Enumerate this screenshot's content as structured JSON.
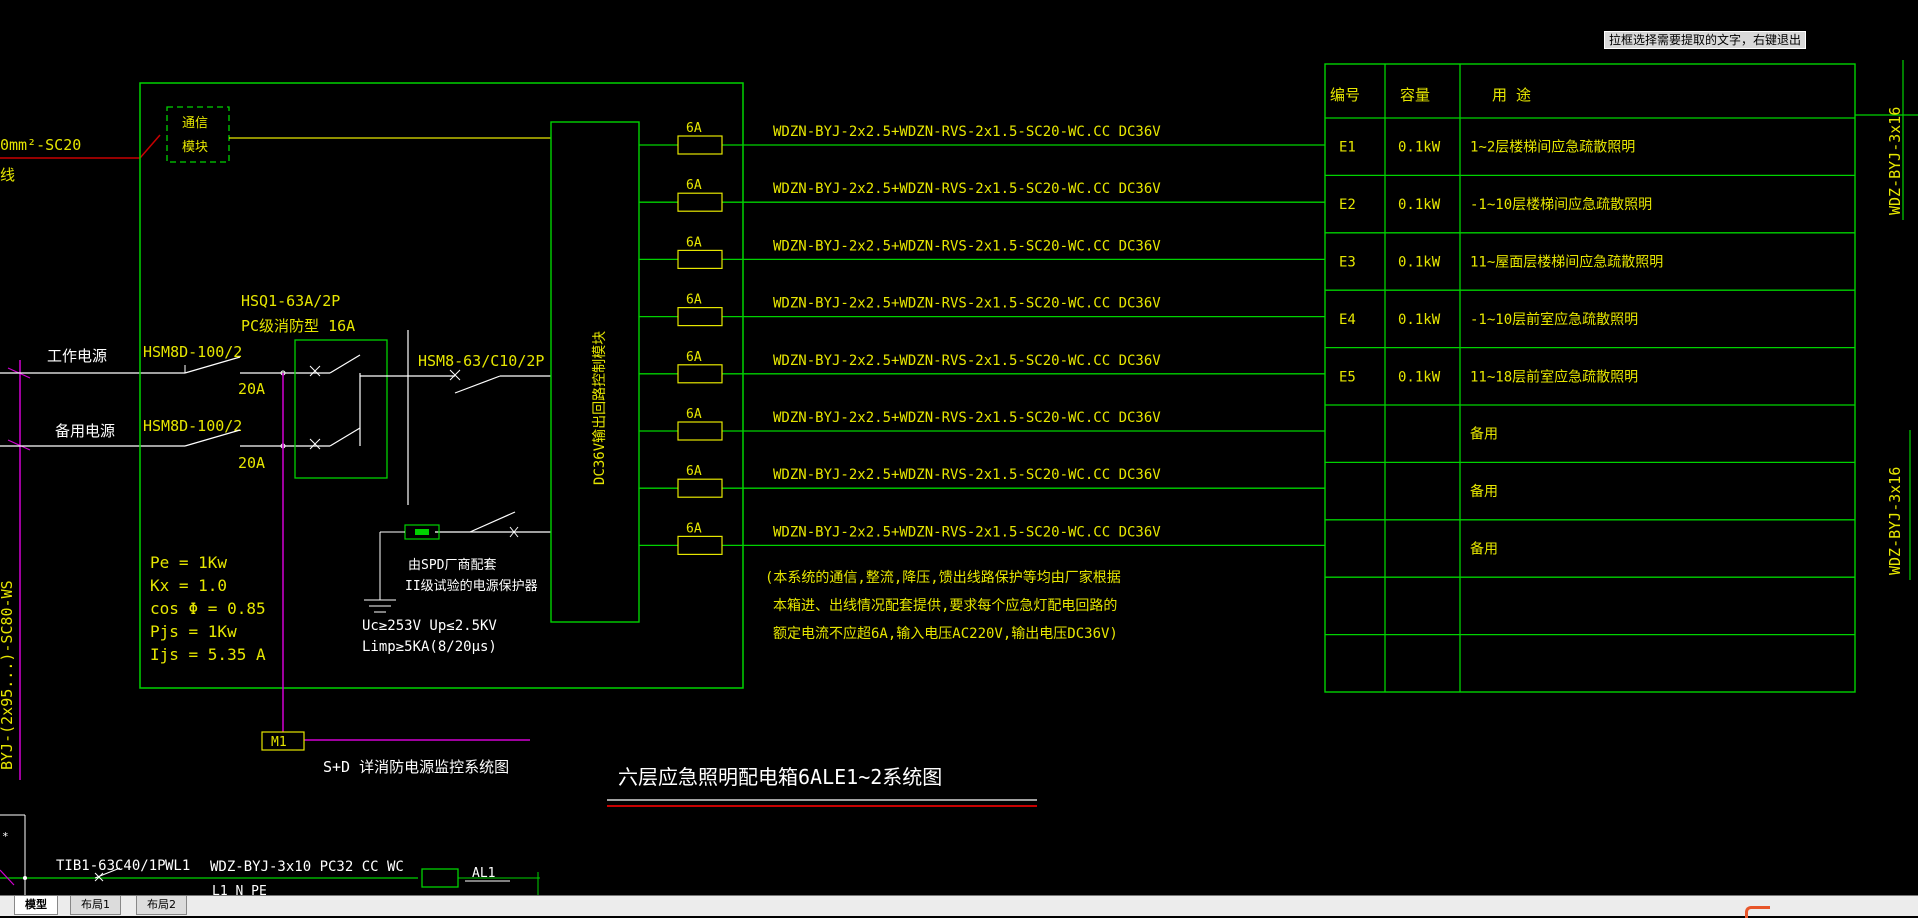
{
  "hint_text": "拉框选择需要提取的文字，右键退出",
  "tabs": [
    "模型",
    "布局1",
    "布局2"
  ],
  "left_partial": {
    "cable_top": "0mm²-SC20",
    "line_char": "线",
    "vertical_cable_left": "BYJ-(2x95...)-SC80-WS",
    "work_power": "工作电源",
    "backup_power": "备用电源"
  },
  "panel": {
    "comm_module": [
      "通信",
      "模块"
    ],
    "hsq_model": "HSQ1-63A/2P",
    "hsq_desc": "PC级消防型  16A",
    "breaker1_model": "HSM8D-100/2",
    "breaker1_rating": "20A",
    "breaker2_model": "HSM8D-100/2",
    "breaker2_rating": "20A",
    "hsm8_label": "HSM8-63/C10/2P",
    "dc_bus_label": "DC36V输出回路控制模块",
    "spd_label": [
      "由SPD厂商配套",
      "II级试验的电源保护器"
    ],
    "spd_params": [
      "Uc≥253V     Up≤2.5KV",
      "Limp≥5KA(8/20μs)"
    ],
    "calc": [
      "Pe = 1Kw",
      "Kx = 1.0",
      "cos Φ = 0.85",
      "Pjs = 1Kw",
      "Ijs = 5.35 A"
    ],
    "fuse_rating": "6A",
    "circuit_cable": "WDZN-BYJ-2x2.5+WDZN-RVS-2x1.5-SC20-WC.CC  DC36V",
    "circuit_count": 8,
    "note": [
      "(本系统的通信,整流,降压,馈出线路保护等均由厂家根据",
      "本箱进、出线情况配套提供,要求每个应急灯配电回路的",
      "额定电流不应超6A,输入电压AC220V,输出电压DC36V)"
    ],
    "m1_label": "M1",
    "m1_desc": "S+D  详消防电源监控系统图"
  },
  "title": "六层应急照明配电箱6ALE1~2系统图",
  "table": {
    "headers": [
      "编号",
      "容量",
      "用  途"
    ],
    "rows": [
      {
        "id": "E1",
        "cap": "0.1kW",
        "use": "1~2层楼梯间应急疏散照明"
      },
      {
        "id": "E2",
        "cap": "0.1kW",
        "use": "-1~10层楼梯间应急疏散照明"
      },
      {
        "id": "E3",
        "cap": "0.1kW",
        "use": "11~屋面层楼梯间应急疏散照明"
      },
      {
        "id": "E4",
        "cap": "0.1kW",
        "use": "-1~10层前室应急疏散照明"
      },
      {
        "id": "E5",
        "cap": "0.1kW",
        "use": "11~18层前室应急疏散照明"
      },
      {
        "id": "",
        "cap": "",
        "use": "备用"
      },
      {
        "id": "",
        "cap": "",
        "use": "备用"
      },
      {
        "id": "",
        "cap": "",
        "use": "备用"
      },
      {
        "id": "",
        "cap": "",
        "use": ""
      },
      {
        "id": "",
        "cap": "",
        "use": ""
      }
    ]
  },
  "right_cables": [
    "WDZ-BYJ-3x16",
    "WDZ-BYJ-3x16"
  ],
  "bottom": {
    "tib_label": "TIB1-63C40/1P",
    "wl1": "WL1",
    "cable": "WDZ-BYJ-3x10 PC32 CC WC",
    "al1": "AL1",
    "l1": "L1 N PE"
  },
  "colors": {
    "green": "#00d200",
    "yellow": "#e6e600",
    "white": "#ffffff",
    "magenta": "#d200d2",
    "red": "#c80000"
  }
}
